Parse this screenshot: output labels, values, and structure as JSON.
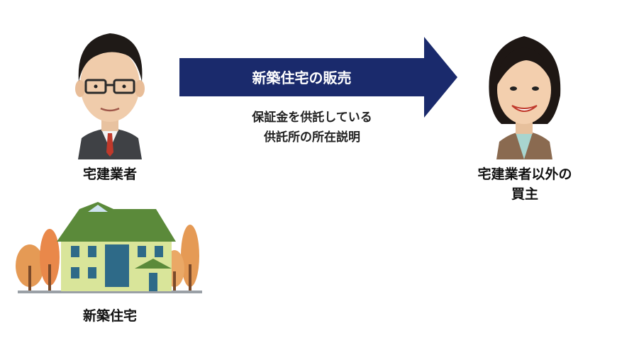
{
  "seller": {
    "label": "宅建業者"
  },
  "buyer": {
    "label_line1": "宅建業者以外の",
    "label_line2": "買主"
  },
  "property": {
    "label": "新築住宅"
  },
  "arrow": {
    "text": "新築住宅の販売",
    "color": "#1a2a6c"
  },
  "notes": [
    "保証金を供託している",
    "供託所の所在説明"
  ]
}
